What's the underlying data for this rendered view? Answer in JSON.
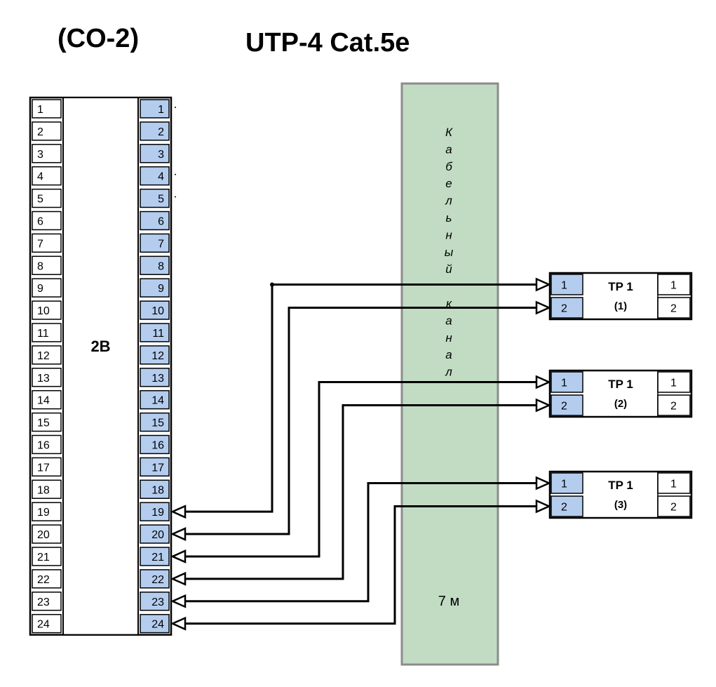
{
  "header": {
    "cross_label": "(CO-2)",
    "cable_type": "UTP-4 Cat.5e"
  },
  "panel": {
    "label": "2B",
    "left_ports": [
      "1",
      "2",
      "3",
      "4",
      "5",
      "6",
      "7",
      "8",
      "9",
      "10",
      "11",
      "12",
      "13",
      "14",
      "15",
      "16",
      "17",
      "18",
      "19",
      "20",
      "21",
      "22",
      "23",
      "24"
    ],
    "right_ports": [
      "1",
      "2",
      "3",
      "4",
      "5",
      "6",
      "7",
      "8",
      "9",
      "10",
      "11",
      "12",
      "13",
      "14",
      "15",
      "16",
      "17",
      "18",
      "19",
      "20",
      "21",
      "22",
      "23",
      "24"
    ]
  },
  "channel": {
    "letters": [
      "К",
      "а",
      "б",
      "е",
      "л",
      "ь",
      "н",
      "ы",
      "й",
      "",
      "к",
      "а",
      "н",
      "а",
      "л"
    ],
    "length": "7 м",
    "fill_color": "#c2dcc4",
    "border_color": "#8c8c8c"
  },
  "outlets": [
    {
      "name": "TP 1",
      "index": "(1)",
      "left_ports": [
        "1",
        "2"
      ],
      "right_ports": [
        "1",
        "2"
      ]
    },
    {
      "name": "TP 1",
      "index": "(2)",
      "left_ports": [
        "1",
        "2"
      ],
      "right_ports": [
        "1",
        "2"
      ]
    },
    {
      "name": "TP 1",
      "index": "(3)",
      "left_ports": [
        "1",
        "2"
      ],
      "right_ports": [
        "1",
        "2"
      ]
    }
  ],
  "connections": [
    {
      "panel_port": "19",
      "outlet": "(1)",
      "outlet_port": "1"
    },
    {
      "panel_port": "20",
      "outlet": "(1)",
      "outlet_port": "2"
    },
    {
      "panel_port": "21",
      "outlet": "(2)",
      "outlet_port": "1"
    },
    {
      "panel_port": "22",
      "outlet": "(2)",
      "outlet_port": "2"
    },
    {
      "panel_port": "23",
      "outlet": "(3)",
      "outlet_port": "1"
    },
    {
      "panel_port": "24",
      "outlet": "(3)",
      "outlet_port": "2"
    }
  ],
  "colors": {
    "port_blue": "#b4cdef",
    "line": "#000000"
  }
}
